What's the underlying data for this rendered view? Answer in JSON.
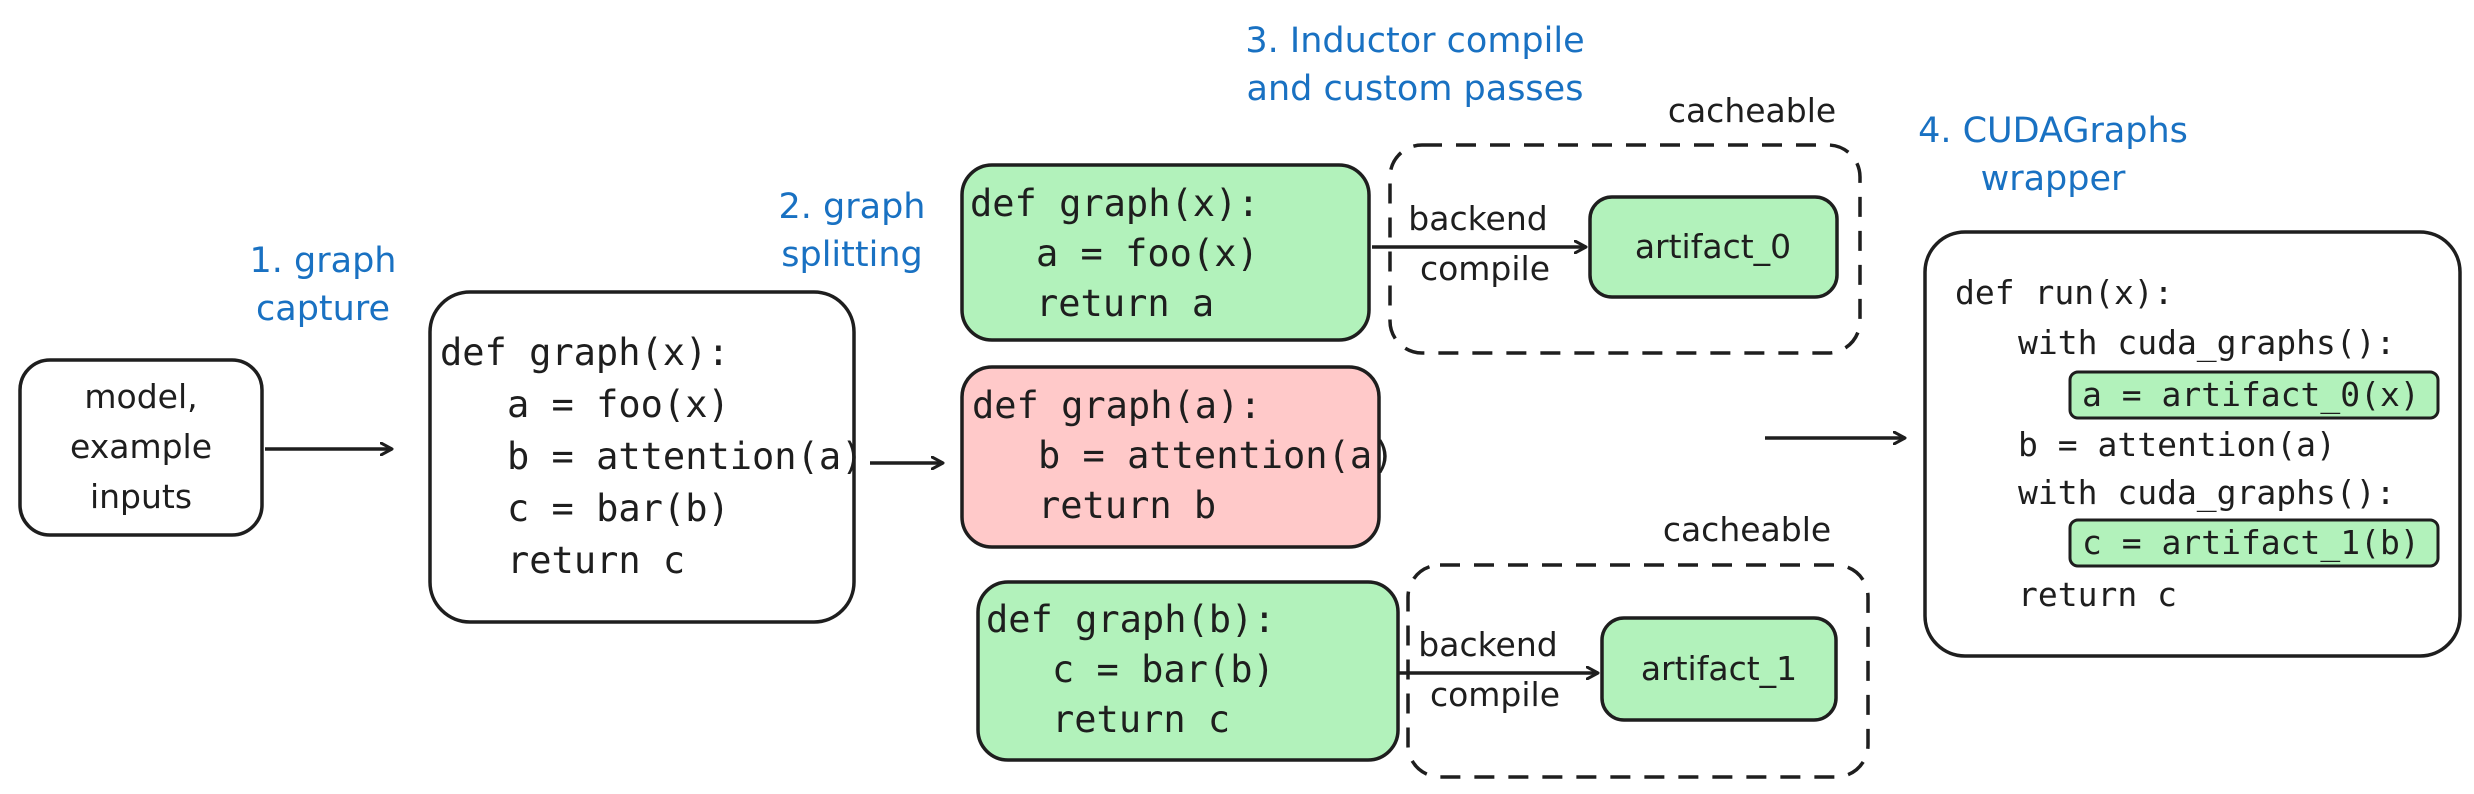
{
  "colors": {
    "stroke": "#1e1e1e",
    "step_label": "#1971c2",
    "green_fill": "#b2f2bb",
    "red_fill": "#ffc9c9",
    "white_fill": "#ffffff"
  },
  "steps": {
    "step1": [
      "1. graph",
      "capture"
    ],
    "step2": [
      "2. graph",
      "splitting"
    ],
    "step3": [
      "3. Inductor compile",
      "and custom passes"
    ],
    "step4": [
      "4. CUDAGraphs",
      "wrapper"
    ]
  },
  "input_box": [
    "model,",
    "example",
    "inputs"
  ],
  "full_graph": [
    "def graph(x):",
    "a = foo(x)",
    "b = attention(a)",
    "c = bar(b)",
    "return c"
  ],
  "subgraph_0": [
    "def graph(x):",
    "a = foo(x)",
    "return a"
  ],
  "subgraph_attn": [
    "def graph(a):",
    "b = attention(a)",
    "return b"
  ],
  "subgraph_1": [
    "def graph(b):",
    "c = bar(b)",
    "return c"
  ],
  "cache_label_0": "cacheable",
  "cache_label_1": "cacheable",
  "backend_compile_0": [
    "backend",
    "compile"
  ],
  "backend_compile_1": [
    "backend",
    "compile"
  ],
  "artifact_0": "artifact_0",
  "artifact_1": "artifact_1",
  "wrapper": {
    "line1": "def run(x):",
    "line2": "with cuda_graphs():",
    "line3": "a = artifact_0(x)",
    "line4": "b = attention(a)",
    "line5": "with cuda_graphs():",
    "line6": "c = artifact_1(b)",
    "line7": "return c"
  }
}
